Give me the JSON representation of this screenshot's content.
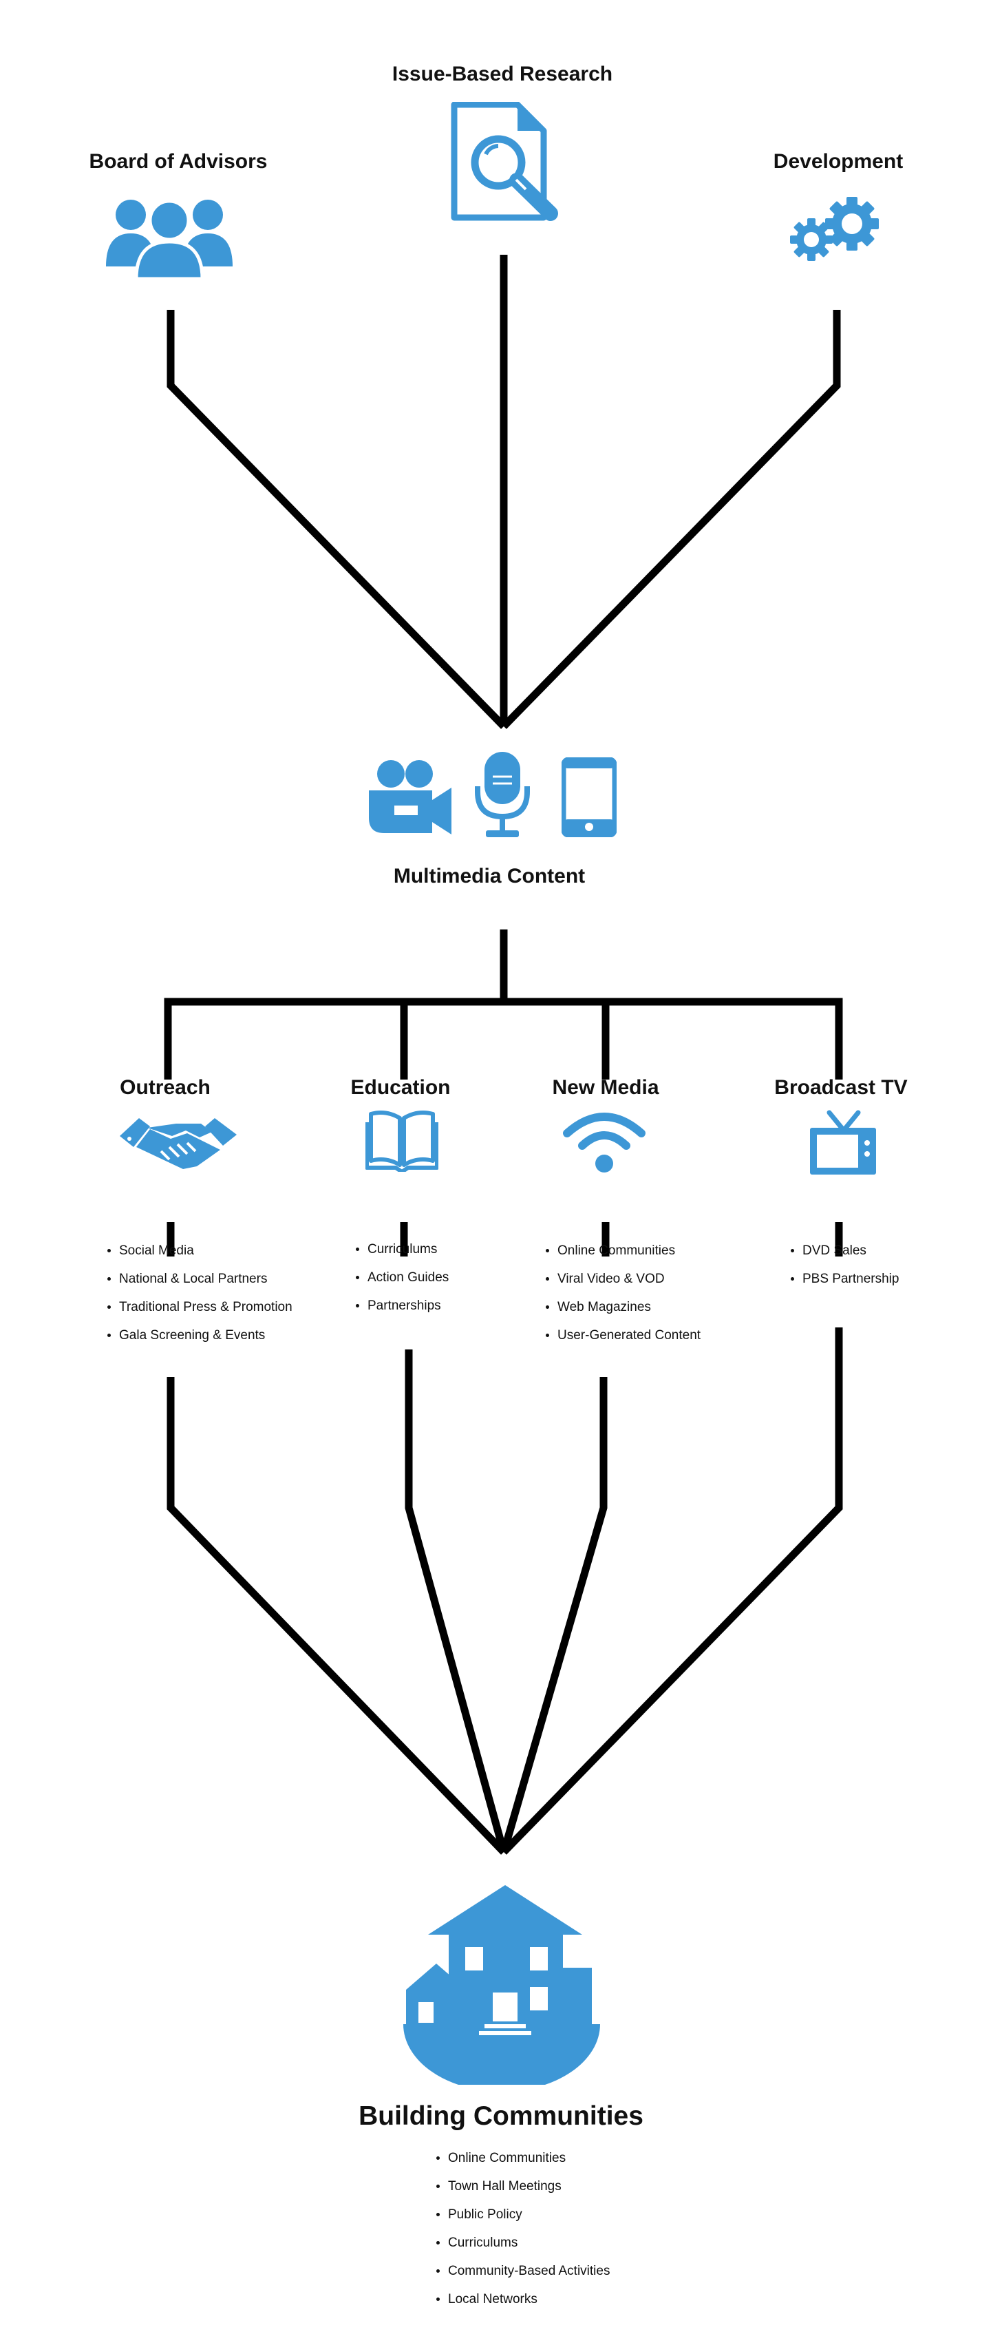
{
  "accent_color": "#3d97d6",
  "top_nodes": {
    "board": {
      "title": "Board of Advisors",
      "icon": "people-group-icon"
    },
    "research": {
      "title": "Issue-Based Research",
      "icon": "document-search-icon"
    },
    "development": {
      "title": "Development",
      "icon": "gears-icon"
    }
  },
  "multimedia": {
    "title": "Multimedia Content",
    "icons": [
      "video-camera-icon",
      "microphone-icon",
      "smartphone-icon"
    ]
  },
  "channels": [
    {
      "title": "Outreach",
      "icon": "handshake-icon",
      "items": [
        "Social Media",
        "National & Local Partners",
        "Traditional Press & Promotion",
        "Gala Screening & Events"
      ]
    },
    {
      "title": "Education",
      "icon": "open-book-icon",
      "items": [
        "Curriculums",
        "Action Guides",
        "Partnerships"
      ]
    },
    {
      "title": "New Media",
      "icon": "wifi-icon",
      "items": [
        "Online Communities",
        "Viral Video & VOD",
        "Web Magazines",
        "User-Generated Content"
      ]
    },
    {
      "title": "Broadcast TV",
      "icon": "television-icon",
      "items": [
        "DVD Sales",
        "PBS Partnership"
      ]
    }
  ],
  "outcome": {
    "title": "Building Communities",
    "icon": "houses-community-icon",
    "items": [
      "Online Communities",
      "Town Hall Meetings",
      "Public Policy",
      "Curriculums",
      "Community-Based Activities",
      "Local Networks"
    ]
  }
}
